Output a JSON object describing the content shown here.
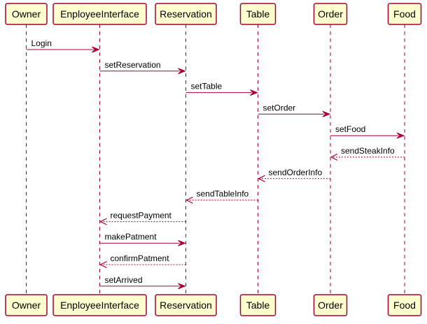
{
  "colors": {
    "participant_fill": "#FEFECE",
    "border": "#A80036",
    "text": "#000000",
    "background": "#FFFFFF"
  },
  "participants": [
    {
      "id": "owner",
      "label": "Owner"
    },
    {
      "id": "employee",
      "label": "EnployeeInterface"
    },
    {
      "id": "reservation",
      "label": "Reservation"
    },
    {
      "id": "table",
      "label": "Table"
    },
    {
      "id": "order",
      "label": "Order"
    },
    {
      "id": "food",
      "label": "Food"
    }
  ],
  "messages": [
    {
      "from": "owner",
      "to": "employee",
      "label": "Login",
      "style": "solid"
    },
    {
      "from": "employee",
      "to": "reservation",
      "label": "setReservation",
      "style": "solid"
    },
    {
      "from": "reservation",
      "to": "table",
      "label": "setTable",
      "style": "solid"
    },
    {
      "from": "table",
      "to": "order",
      "label": "setOrder",
      "style": "solid"
    },
    {
      "from": "order",
      "to": "food",
      "label": "setFood",
      "style": "solid"
    },
    {
      "from": "food",
      "to": "order",
      "label": "sendSteakInfo",
      "style": "dashed"
    },
    {
      "from": "order",
      "to": "table",
      "label": "sendOrderInfo",
      "style": "dashed"
    },
    {
      "from": "table",
      "to": "reservation",
      "label": "sendTableInfo",
      "style": "dashed"
    },
    {
      "from": "reservation",
      "to": "employee",
      "label": "requestPayment",
      "style": "dashed"
    },
    {
      "from": "employee",
      "to": "reservation",
      "label": "makePatment",
      "style": "solid"
    },
    {
      "from": "reservation",
      "to": "employee",
      "label": "confirmPatment",
      "style": "dashed"
    },
    {
      "from": "employee",
      "to": "reservation",
      "label": "setArrived",
      "style": "solid"
    }
  ]
}
